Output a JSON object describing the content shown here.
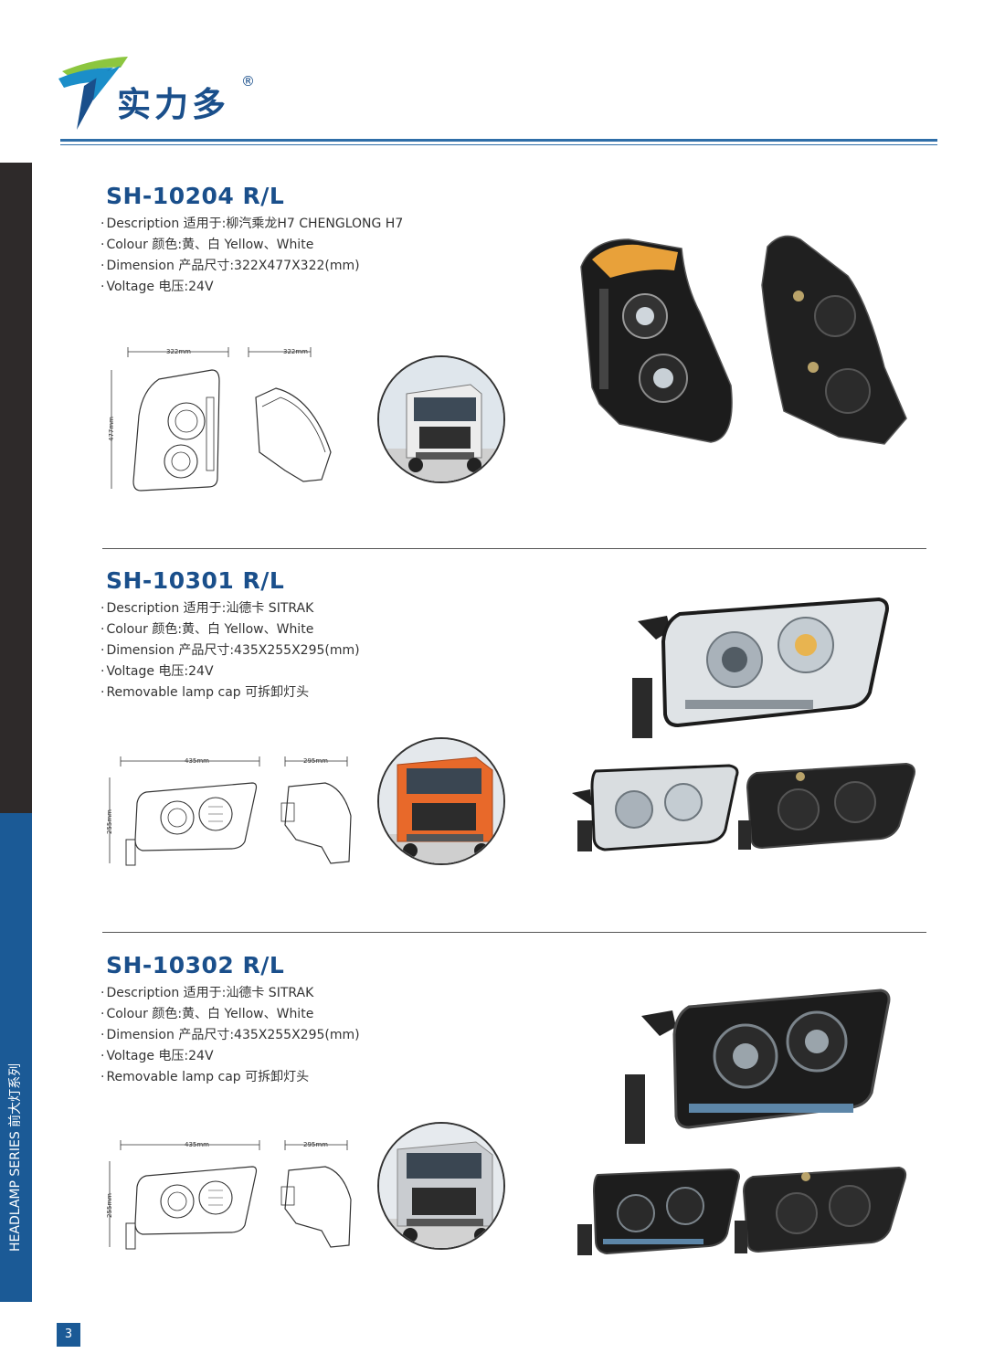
{
  "brand": {
    "name": "实力多",
    "registered": "®"
  },
  "sidebar": {
    "label": "HEADLAMP SERIES  前大灯系列"
  },
  "page_number": "3",
  "products": [
    {
      "title": "SH-10204 R/L",
      "specs": [
        "Description 适用于:柳汽乘龙H7  CHENGLONG H7",
        "Colour 颜色:黄、白 Yellow、White",
        "Dimension 产品尺寸:322X477X322(mm)",
        "Voltage 电压:24V"
      ],
      "dims": {
        "width": "322mm",
        "depth": "322mm",
        "height": "477mm"
      },
      "truck_color": "#e9e9e9"
    },
    {
      "title": "SH-10301 R/L",
      "specs": [
        "Description 适用于:汕德卡 SITRAK",
        "Colour 颜色:黄、白 Yellow、White",
        "Dimension 产品尺寸:435X255X295(mm)",
        "Voltage 电压:24V",
        "Removable lamp cap  可拆卸灯头"
      ],
      "dims": {
        "width": "435mm",
        "depth": "295mm",
        "height": "255mm"
      },
      "truck_color": "#e8692a"
    },
    {
      "title": "SH-10302 R/L",
      "specs": [
        "Description 适用于:汕德卡 SITRAK",
        "Colour 颜色:黄、白 Yellow、White",
        "Dimension 产品尺寸:435X255X295(mm)",
        "Voltage 电压:24V",
        "Removable lamp cap  可拆卸灯头"
      ],
      "dims": {
        "width": "435mm",
        "depth": "295mm",
        "height": "255mm"
      },
      "truck_color": "#c9ccd0"
    }
  ],
  "colors": {
    "brand_blue": "#1a4f8b",
    "sidebar_dark": "#2e2a2a",
    "sidebar_blue": "#1b5a96",
    "logo_green": "#8cc63f"
  }
}
